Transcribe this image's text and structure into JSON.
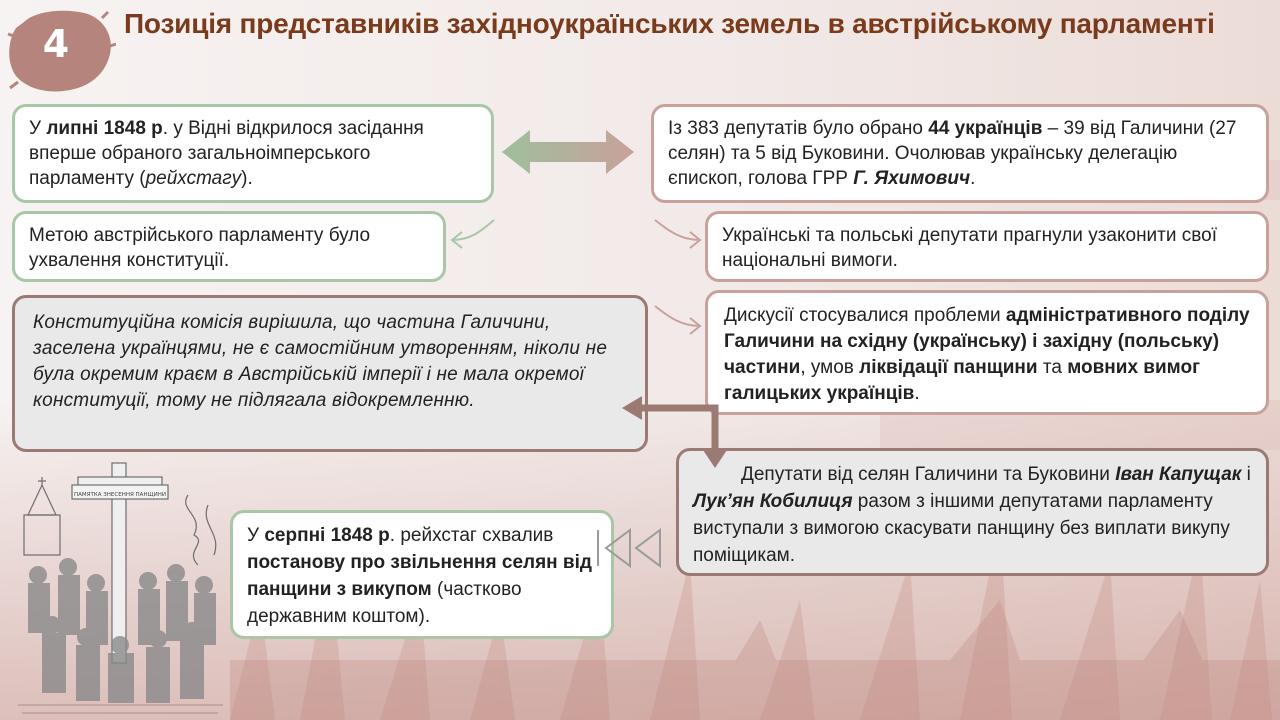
{
  "badge": {
    "number": "4"
  },
  "title": "Позиція представників західноукраїнських земель в австрійському парламенті",
  "box1": {
    "t1": "У ",
    "b1": "липні 1848 р",
    "t2": ". у Відні відкрилося засідання вперше обраного загальноімперського парламенту (",
    "i1": "рейхстагу",
    "t3": ")."
  },
  "box2": {
    "t1": "Із 383 депутатів було обрано ",
    "b1": "44 українців",
    "t2": " – 39 від Галичини (27 селян) та 5 від Буковини. Очолював українську делегацію єпископ, голова ГРР ",
    "bi1": "Г. Яхимович",
    "t3": "."
  },
  "box3": {
    "text": "Метою австрійського парламенту було ухвалення конституції."
  },
  "box4": {
    "text": "Українські та польські депутати прагнули узаконити свої національні вимоги."
  },
  "box5": {
    "text": "Конституційна комісія вирішила, що частина Галичини, заселена українцями, не є самостійним утворенням, ніколи не була окремим краєм в Австрійській імперії і не мала окремої конституції, тому не підлягала відокремленню."
  },
  "box6": {
    "t1": "Дискусії стосувалися проблеми ",
    "b1": "адміністративного поділу Галичини на східну (українську) і західну (польську) частини",
    "t2": ", умов ",
    "b2": "ліквідації панщини",
    "t3": " та ",
    "b3": "мовних вимог галицьких українців",
    "t4": "."
  },
  "box7": {
    "t1": "Депутати від селян Галичини та Буковини ",
    "bi1": "Іван Капущак",
    "t2": " і ",
    "bi2": "Лук’ян Кобилиця",
    "t3": " разом з іншими депутатами парламенту виступали з вимогою скасувати панщину без виплати викупу поміщикам."
  },
  "box8": {
    "t1": "У ",
    "b1": "серпні 1848 р",
    "t2": ". рейхстаг схвалив ",
    "b2": "постанову про звільнення селян від панщини з викупом",
    "t3": " (частково державним коштом)."
  },
  "engraving": {
    "sign_text": "ПАМЯТКА ЗНЕСЕННЯ ПАНЩИНИ"
  },
  "colors": {
    "title": "#7a3b1c",
    "green_border": "#a9c7a6",
    "rose_border": "#c9a19b",
    "grey_fill": "#e9e9e9",
    "brown_arrow": "#9b7a73"
  }
}
